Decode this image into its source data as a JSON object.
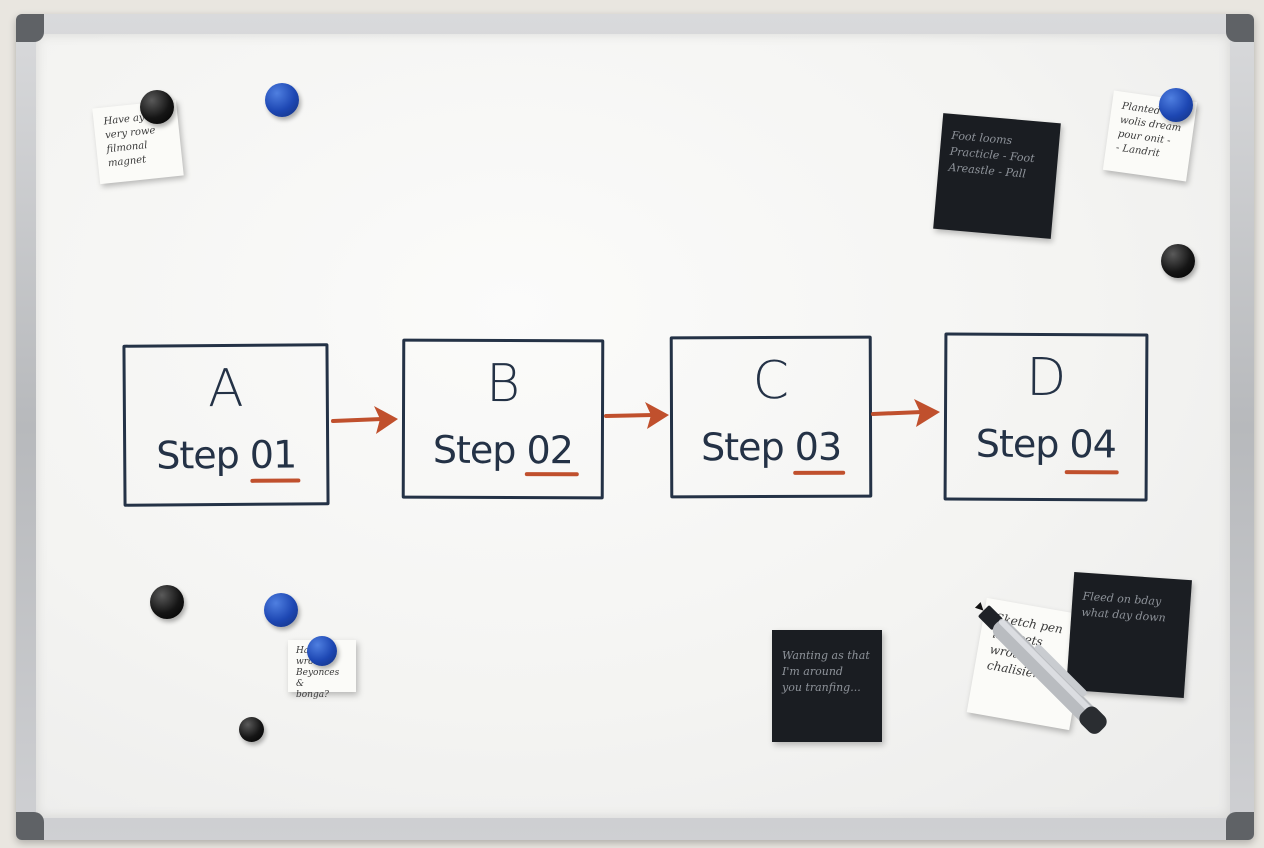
{
  "steps": [
    {
      "letter": "A",
      "label": "Step 01"
    },
    {
      "letter": "B",
      "label": "Step 02"
    },
    {
      "letter": "C",
      "label": "Step 03"
    },
    {
      "letter": "D",
      "label": "Step 04"
    }
  ],
  "colors": {
    "marker_ink": "#243246",
    "accent_red": "#c0502d",
    "magnet_blue": "#1d47b3",
    "magnet_black": "#111111"
  },
  "notes": {
    "top_left": "Have ay\nvery rowe\nfilmonal\nmagnet",
    "top_right_white": "Planted\nwolis dream\npour onit -\n- Landrit",
    "top_right_dark": "Foot looms\nPracticle - Foot\nAreastle - Pall",
    "bottom_left": "Hav\nwrote\nBeyonces &\nbonga?",
    "bottom_center_dark": "Wanting as that\nI'm around\nyou tranfing...",
    "bottom_right_white": "Sketch pen\nis it sets\nwrote the\nchalisierar.",
    "bottom_right_dark": "Fleed on bday\nwhat day down"
  }
}
